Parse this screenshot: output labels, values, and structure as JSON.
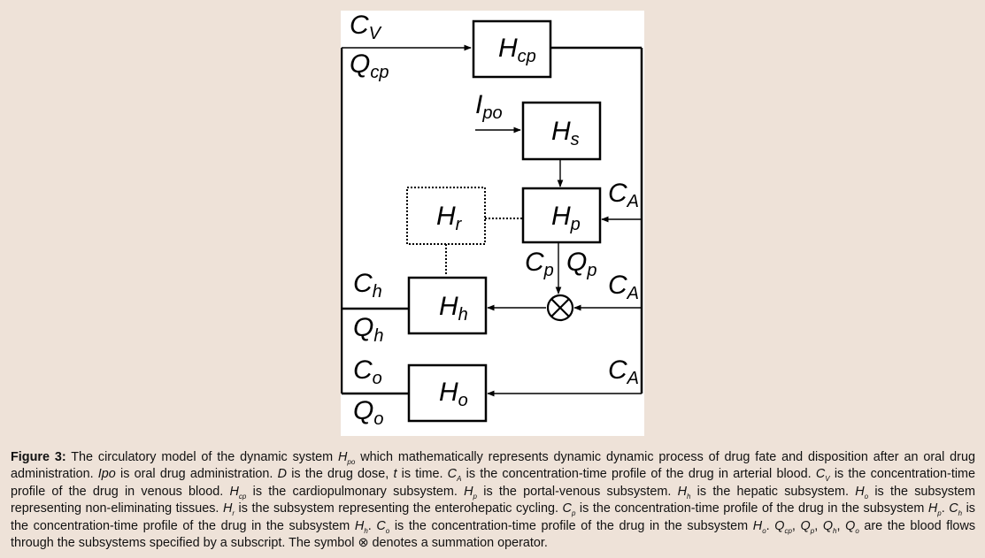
{
  "labels": {
    "cv": "C",
    "cv_sub": "V",
    "qcp": "Q",
    "qcp_sub": "cp",
    "ipo": "I",
    "ipo_sub": "po",
    "ch": "C",
    "ch_sub": "h",
    "qh": "Q",
    "qh_sub": "h",
    "co": "C",
    "co_sub": "o",
    "qo": "Q",
    "qo_sub": "o",
    "cp": "C",
    "cp_sub": "p",
    "qp": "Q",
    "qp_sub": "p",
    "ca1": "C",
    "ca1_sub": "A",
    "ca2": "C",
    "ca2_sub": "A",
    "ca3": "C",
    "ca3_sub": "A"
  },
  "blocks": {
    "hcp": "H",
    "hcp_sub": "cp",
    "hs": "H",
    "hs_sub": "s",
    "hr": "H",
    "hr_sub": "r",
    "hp": "H",
    "hp_sub": "p",
    "hh": "H",
    "hh_sub": "h",
    "ho": "H",
    "ho_sub": "o"
  },
  "summation_symbol": "⊗",
  "caption": {
    "figure": "Figure 3:",
    "p1": " The circulatory model of the dynamic system ",
    "h": "H",
    "po": "po",
    "p2": " which mathematically represents dynamic dynamic process of drug fate and disposition after an oral drug administration. ",
    "ipo": "Ipo",
    "p3": " is oral drug administration. ",
    "d": "D",
    "p4": " is the drug dose, ",
    "t": "t",
    "p5": " is time. ",
    "ca": "C",
    "ca_s": "A",
    "p6": " is the concentration-time profile of the drug in arterial blood. ",
    "cv": "C",
    "cv_s": "V",
    "p7": " is the concentration-time profile of the drug in venous blood. ",
    "hcp": "H",
    "hcp_s": "cp",
    "p8": " is the cardiopulmonary subsystem. ",
    "hp": "H",
    "hp_s": "p",
    "p9": " is the portal-venous subsystem. ",
    "hh": "H",
    "hh_s": "h",
    "p10": " is the hepatic subsystem. ",
    "ho": "H",
    "ho_s": "o",
    "p11": " is the subsystem representing non-eliminating tissues. ",
    "hr": "H",
    "hr_s": "r",
    "p12": " is the subsystem representing the enterohepatic cycling. ",
    "cp": "C",
    "cp_s": "p",
    "p13": " is the concentration-time profile of the drug in the subsystem ",
    "hp2": "H",
    "hp2_s": "p",
    "p14": ". ",
    "ch": "C",
    "ch_s": "h",
    "p15": " is the concentration-time profile of the drug in the subsystem ",
    "hh2": "H",
    "hh2_s": "h",
    "p16": ". ",
    "co": "C",
    "co_s": "o",
    "p17": " is the concentration-time profile of the drug in the subsystem ",
    "ho2": "H",
    "ho2_s": "o",
    "p18": ". ",
    "qcp": "Q",
    "qcp_s": "cp",
    "p19": ", ",
    "qp": "Q",
    "qp_s": "p",
    "p20": ", ",
    "qh": "Q",
    "qh_s": "h",
    "p21": ", ",
    "qo": "Q",
    "qo_s": "o",
    "p22": " are the blood flows through the subsystems specified by a subscript. The symbol ⊗ denotes a summation operator."
  }
}
